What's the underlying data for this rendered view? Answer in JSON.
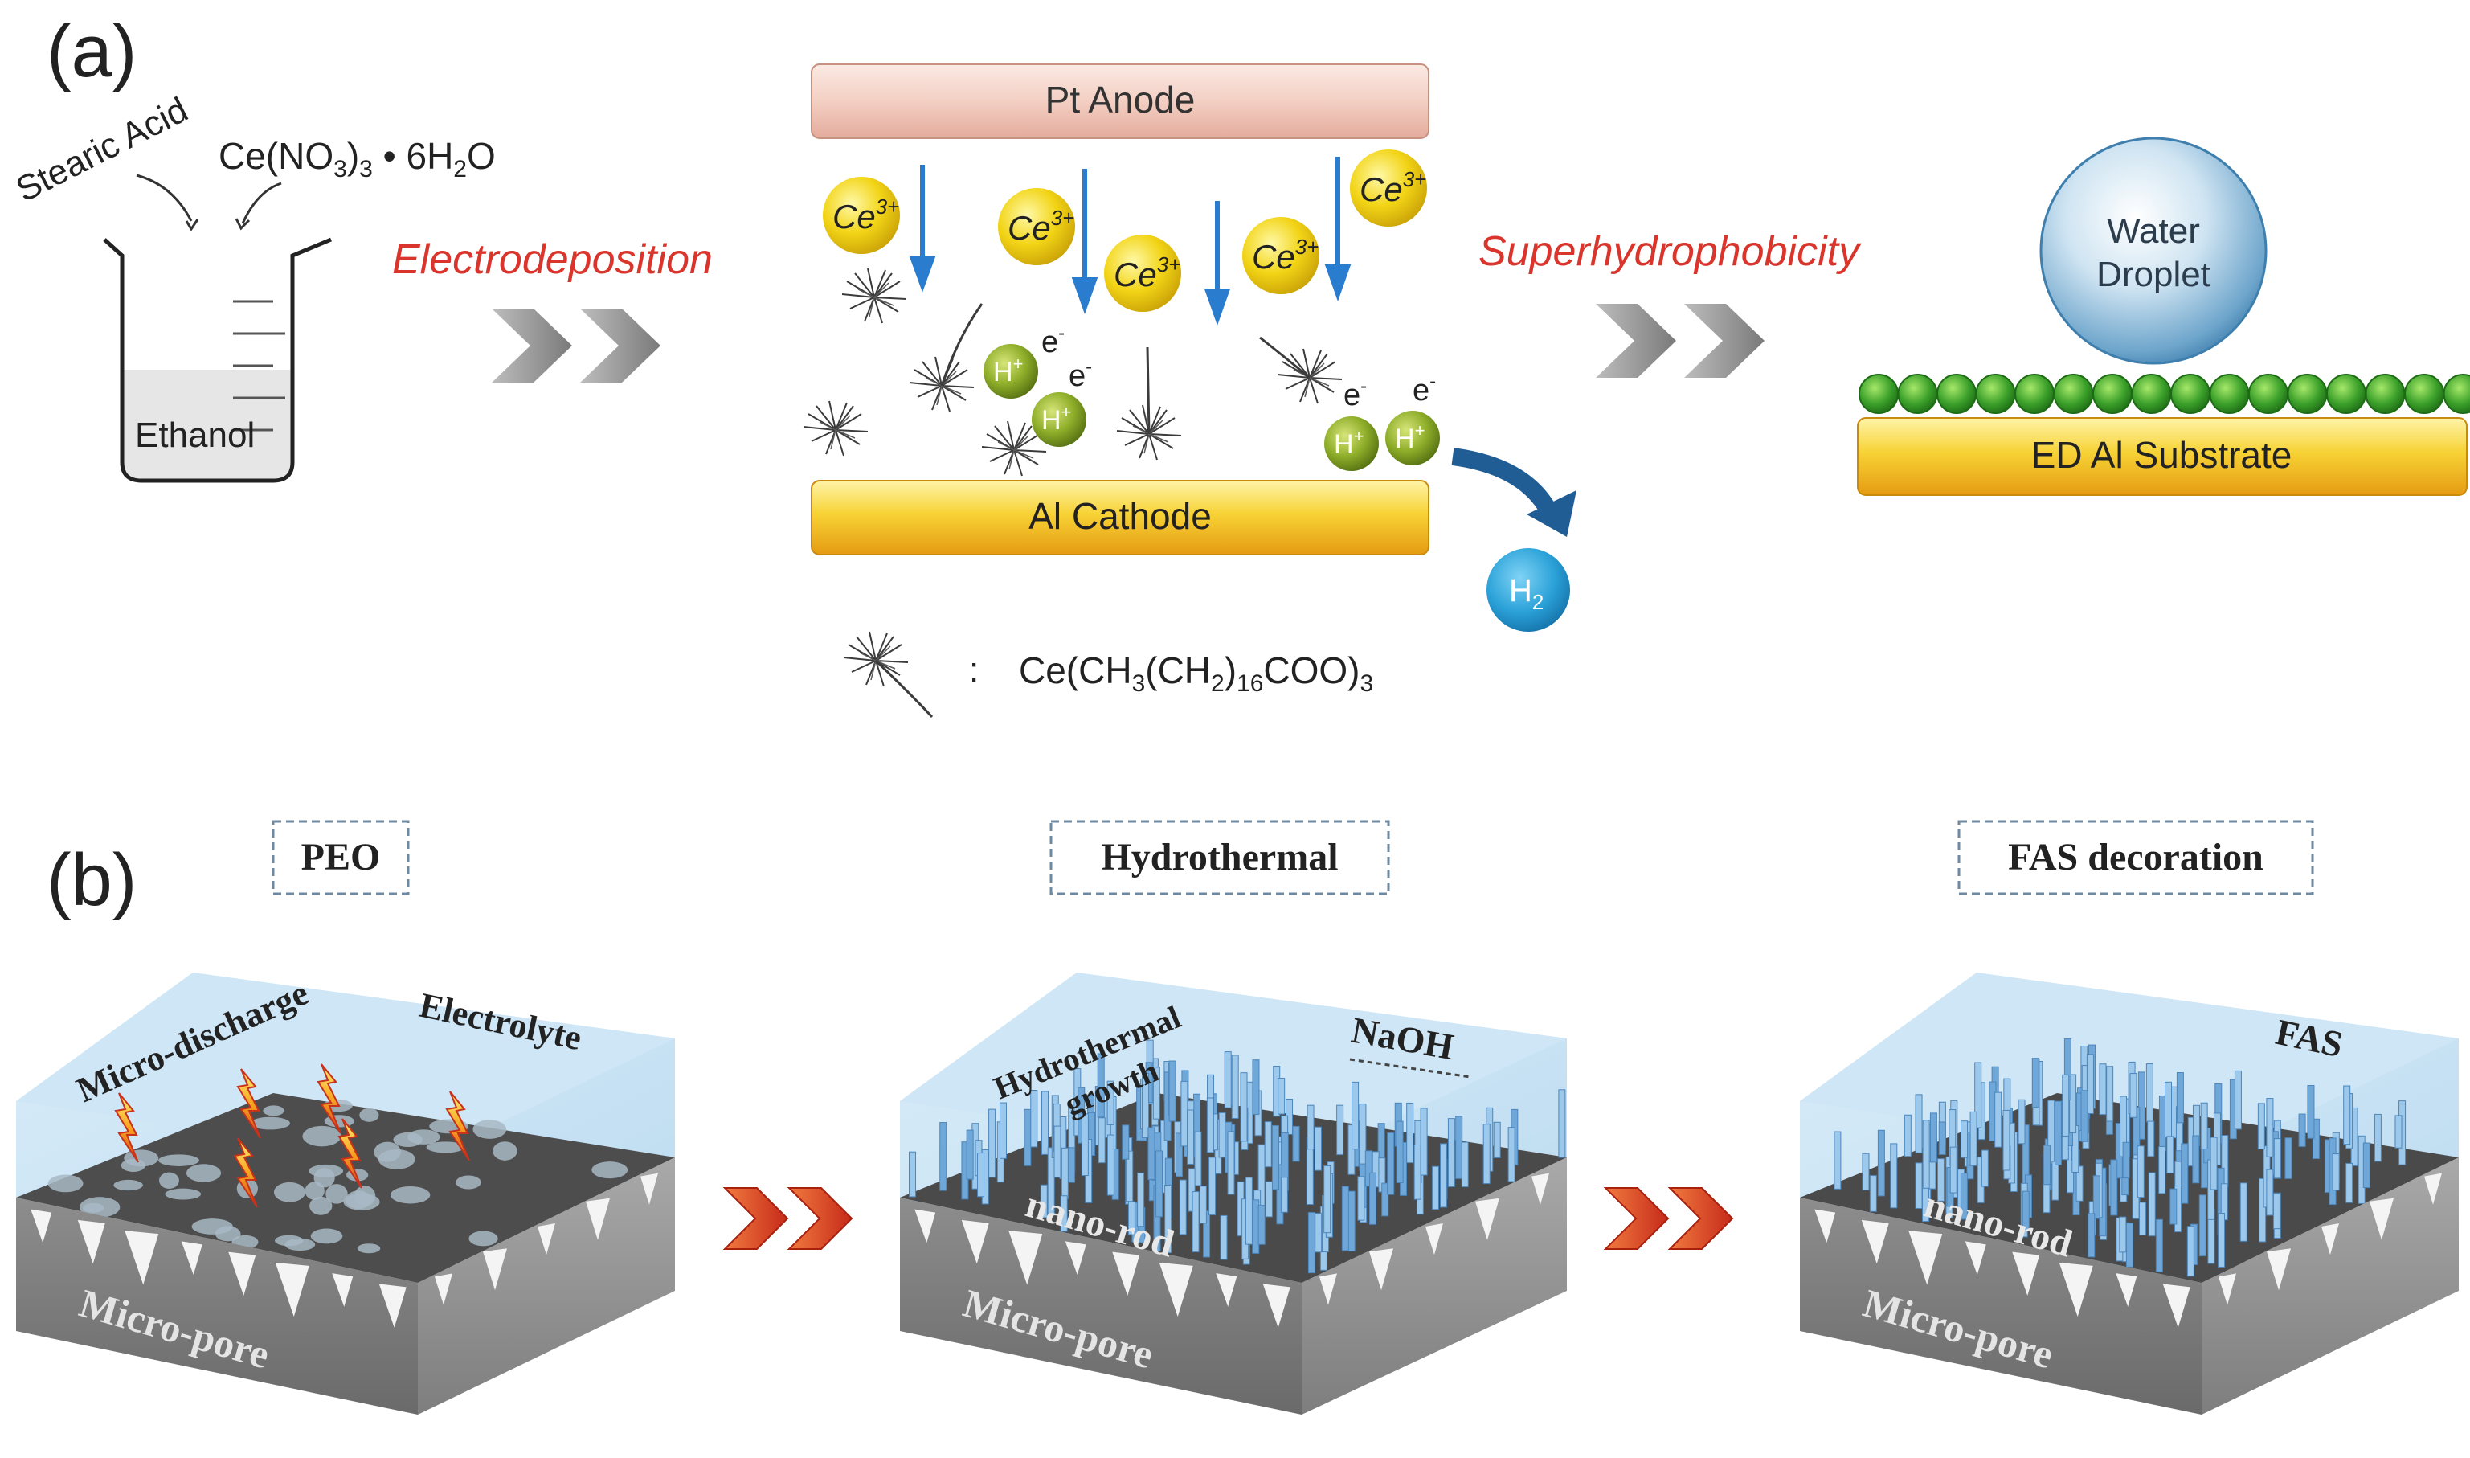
{
  "panel_a": {
    "label": "(a)",
    "beaker": {
      "input1": "Stearic Acid",
      "input2": {
        "base": "Ce(NO",
        "sub": "3",
        "tail": ")",
        "sub2": "3",
        "mid": " • 6H",
        "sub3": "2",
        "end": "O"
      },
      "solvent": "Ethanol"
    },
    "step1": "Electrodeposition",
    "anode": "Pt Anode",
    "cathode": "Al Cathode",
    "ce_ion": {
      "base": "Ce",
      "sup": "3+"
    },
    "h_ion": {
      "base": "H",
      "sup": "+"
    },
    "electron": {
      "base": "e",
      "sup": "-"
    },
    "h2": {
      "base": "H",
      "sub": "2"
    },
    "legend": {
      "colon": ":",
      "formula": {
        "p1": "Ce(CH",
        "s1": "3",
        "p2": "(CH",
        "s2": "2",
        "p3": ")",
        "s3": "16",
        "p4": "COO)",
        "s4": "3"
      }
    },
    "step2": "Superhydrophobicity",
    "droplet_line1": "Water",
    "droplet_line2": "Droplet",
    "substrate": "ED Al Substrate"
  },
  "panel_b": {
    "label": "(b)",
    "steps": [
      "PEO",
      "Hydrothermal",
      "FAS decoration"
    ],
    "block1": {
      "micro_discharge": "Micro-discharge",
      "electrolyte": "Electrolyte",
      "micro_pore": "Micro-pore"
    },
    "block2": {
      "growth_line1": "Hydrothermal",
      "growth_line2": "growth",
      "naoh": "NaOH",
      "nano_rod": "nano-rod",
      "micro_pore": "Micro-pore"
    },
    "block3": {
      "fas": "FAS",
      "nano_rod": "nano-rod",
      "micro_pore": "Micro-pore"
    }
  },
  "colors": {
    "step_text": "#d9352c",
    "ce_ion": "#f2d416",
    "h_ion": "#8fae2a",
    "h2": "#2aa1d8",
    "arrow_blue": "#2a7ccf",
    "cathode": "#f6c935",
    "anode": "#f6d8cf",
    "chevron_grey": "#8c8c8c",
    "chevron_red": "#e04a25"
  }
}
